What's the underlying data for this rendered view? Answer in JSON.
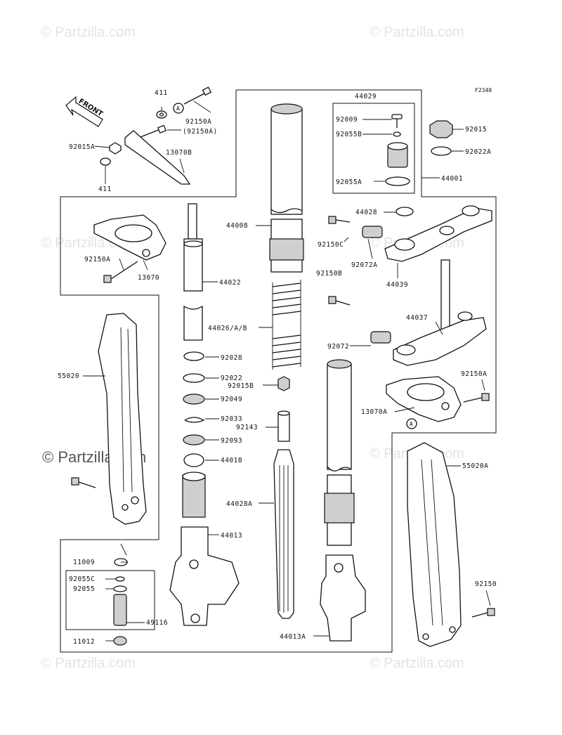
{
  "diagram_code": "F2340",
  "watermark": "© Partzilla.com",
  "front_label": "FRONT",
  "ref_marker": "A",
  "labels": {
    "p411_top": "411",
    "p92150A_top": "92150A",
    "p92150A_paren": "(92150A)",
    "p92015A": "92015A",
    "p13070B": "13070B",
    "p411_bot": "411",
    "p44029": "44029",
    "p92009": "92009",
    "p92055B": "92055B",
    "p92055A": "92055A",
    "p92015": "92015",
    "p92022A": "92022A",
    "p44001": "44001",
    "p44008": "44008",
    "p44028": "44028",
    "p92150C": "92150C",
    "p92072A": "92072A",
    "p44039": "44039",
    "p92150A_left": "92150A",
    "p13070": "13070",
    "p44022": "44022",
    "p92150B": "92150B",
    "p44037": "44037",
    "p44026": "44026/A/B",
    "p92072": "92072",
    "p92028": "92028",
    "p55020": "55020",
    "p92022": "92022",
    "p92150A_right": "92150A",
    "p92015B": "92015B",
    "p92049": "92049",
    "p13070A": "13070A",
    "p92033": "92033",
    "p92143": "92143",
    "p92093": "92093",
    "p44018": "44018",
    "p55020A": "55020A",
    "p44028A": "44028A",
    "p44013": "44013",
    "p11009": "11009",
    "p92055C": "92055C",
    "p92055": "92055",
    "p49116": "49116",
    "p11012": "11012",
    "p92150": "92150",
    "p44013A": "44013A"
  }
}
